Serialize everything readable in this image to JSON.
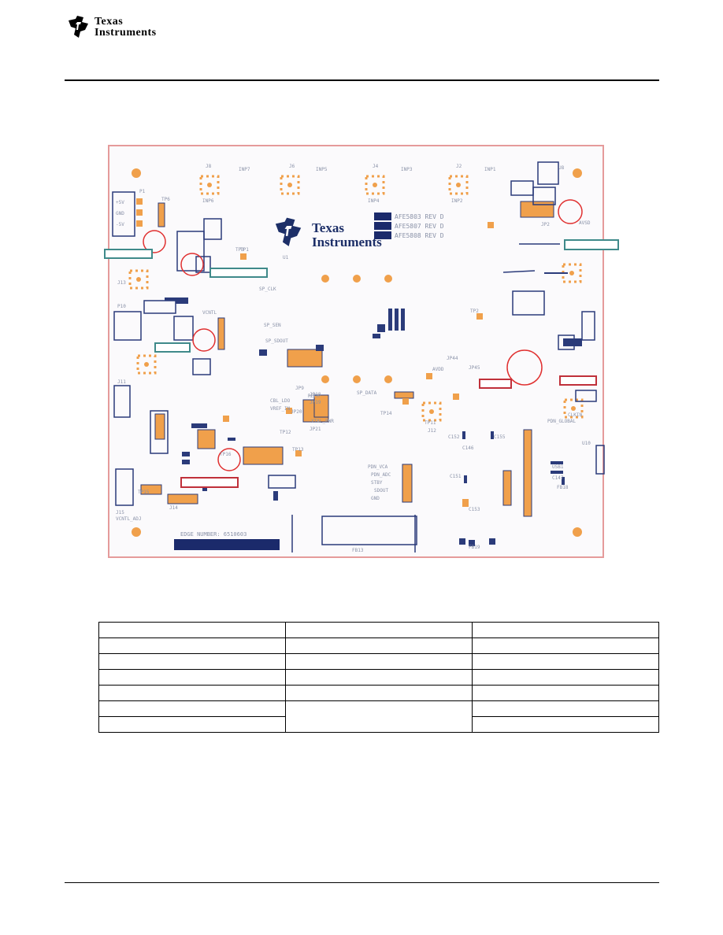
{
  "header": {
    "logo": {
      "line1": "Texas",
      "line2": "Instruments"
    }
  },
  "board": {
    "logo": {
      "line1": "Texas",
      "line2": "Instruments"
    },
    "revisions": [
      "AFE5803 REV D",
      "AFE5807 REV D",
      "AFE5808 REV D"
    ],
    "serial_label": "EDGE NUMBER: 6510603",
    "inputs": [
      "INP7",
      "INP6",
      "INP5",
      "INP4",
      "INP3",
      "INP2",
      "INP1"
    ],
    "connectors": [
      "J8",
      "J6",
      "J4",
      "J2"
    ],
    "labels": [
      "+5V",
      "GND",
      "-5V",
      "P1",
      "TP6",
      "TP5",
      "TP1",
      "U1",
      "U8",
      "JP2",
      "JP9",
      "JP18",
      "JP19",
      "JP20",
      "JP21",
      "JP44",
      "JP45",
      "TP12",
      "TP13",
      "TP14",
      "TP15",
      "TP16",
      "TP2",
      "TP3",
      "TP11",
      "CLKIN",
      "AVDD",
      "AVSD",
      "REFM",
      "REFP",
      "VREF_IN",
      "XTAL_PWR",
      "CBL_LDO",
      "SP_DATA",
      "SP_CLK",
      "SP_SEN",
      "SP_SDOUT",
      "VCNTL",
      "VCNTL_ADJ",
      "J14",
      "J15",
      "J11",
      "J12",
      "J13",
      "P10",
      "FB13",
      "FB18",
      "FB19",
      "C153",
      "C152",
      "C155",
      "C151",
      "C146",
      "C147",
      "USB1",
      "U10",
      "PDN_GLOBAL",
      "PDN_VCA",
      "PDN_ADC",
      "STBY",
      "SDOUT",
      "GND"
    ]
  },
  "table": {
    "rows": [
      [
        "",
        "",
        ""
      ],
      [
        "",
        "",
        ""
      ],
      [
        "",
        "",
        ""
      ],
      [
        "",
        "",
        ""
      ],
      [
        "",
        "",
        ""
      ],
      [
        "",
        "",
        ""
      ],
      [
        "",
        "",
        ""
      ]
    ]
  },
  "colors": {
    "board_border": "#e59b9b",
    "pad": "#f0a04b",
    "component": "#2b3b7a",
    "callout_blue": "#3f8a8a",
    "callout_red": "#c0303a",
    "circle": "#e03030"
  }
}
